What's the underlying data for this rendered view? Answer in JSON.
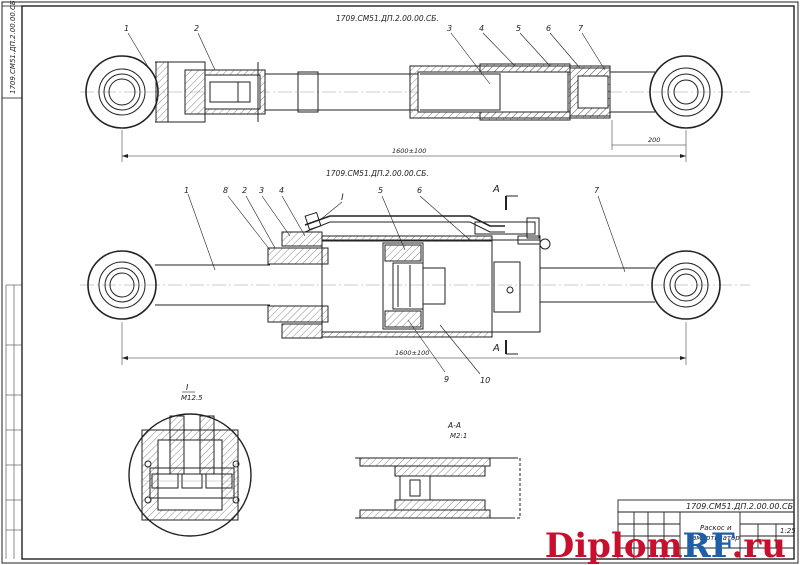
{
  "stamp_top_left": "1709.СМ51.ДП.2.00.00.СБ",
  "top_view": {
    "designation": "1709.СМ51.ДП.2.00.00.СБ.",
    "callouts": [
      "1",
      "2",
      "3",
      "4",
      "5",
      "6",
      "7"
    ],
    "dim_total": "1600±100",
    "dim_right": "200"
  },
  "middle_view": {
    "designation": "1709.СМ51.ДП.2.00.00.СБ.",
    "callouts_top": [
      "1",
      "8",
      "2",
      "3",
      "4",
      "I",
      "5",
      "6",
      "7"
    ],
    "callouts_bottom": [
      "9",
      "10"
    ],
    "section_mark": "А",
    "dim_total": "1600±100"
  },
  "detail_I": {
    "title": "I",
    "scale": "M12.5"
  },
  "section_AA": {
    "title": "А-А",
    "scale": "M2:1"
  },
  "title_block": {
    "designation": "1709.СМ51.ДП.2.00.00.СБ",
    "name_line1": "Раскос и",
    "name_line2": "амортизатор",
    "sheet_value": "1:25"
  },
  "watermark": {
    "part1": "Diplom",
    "part2": "RF",
    "part3": ".ru"
  }
}
